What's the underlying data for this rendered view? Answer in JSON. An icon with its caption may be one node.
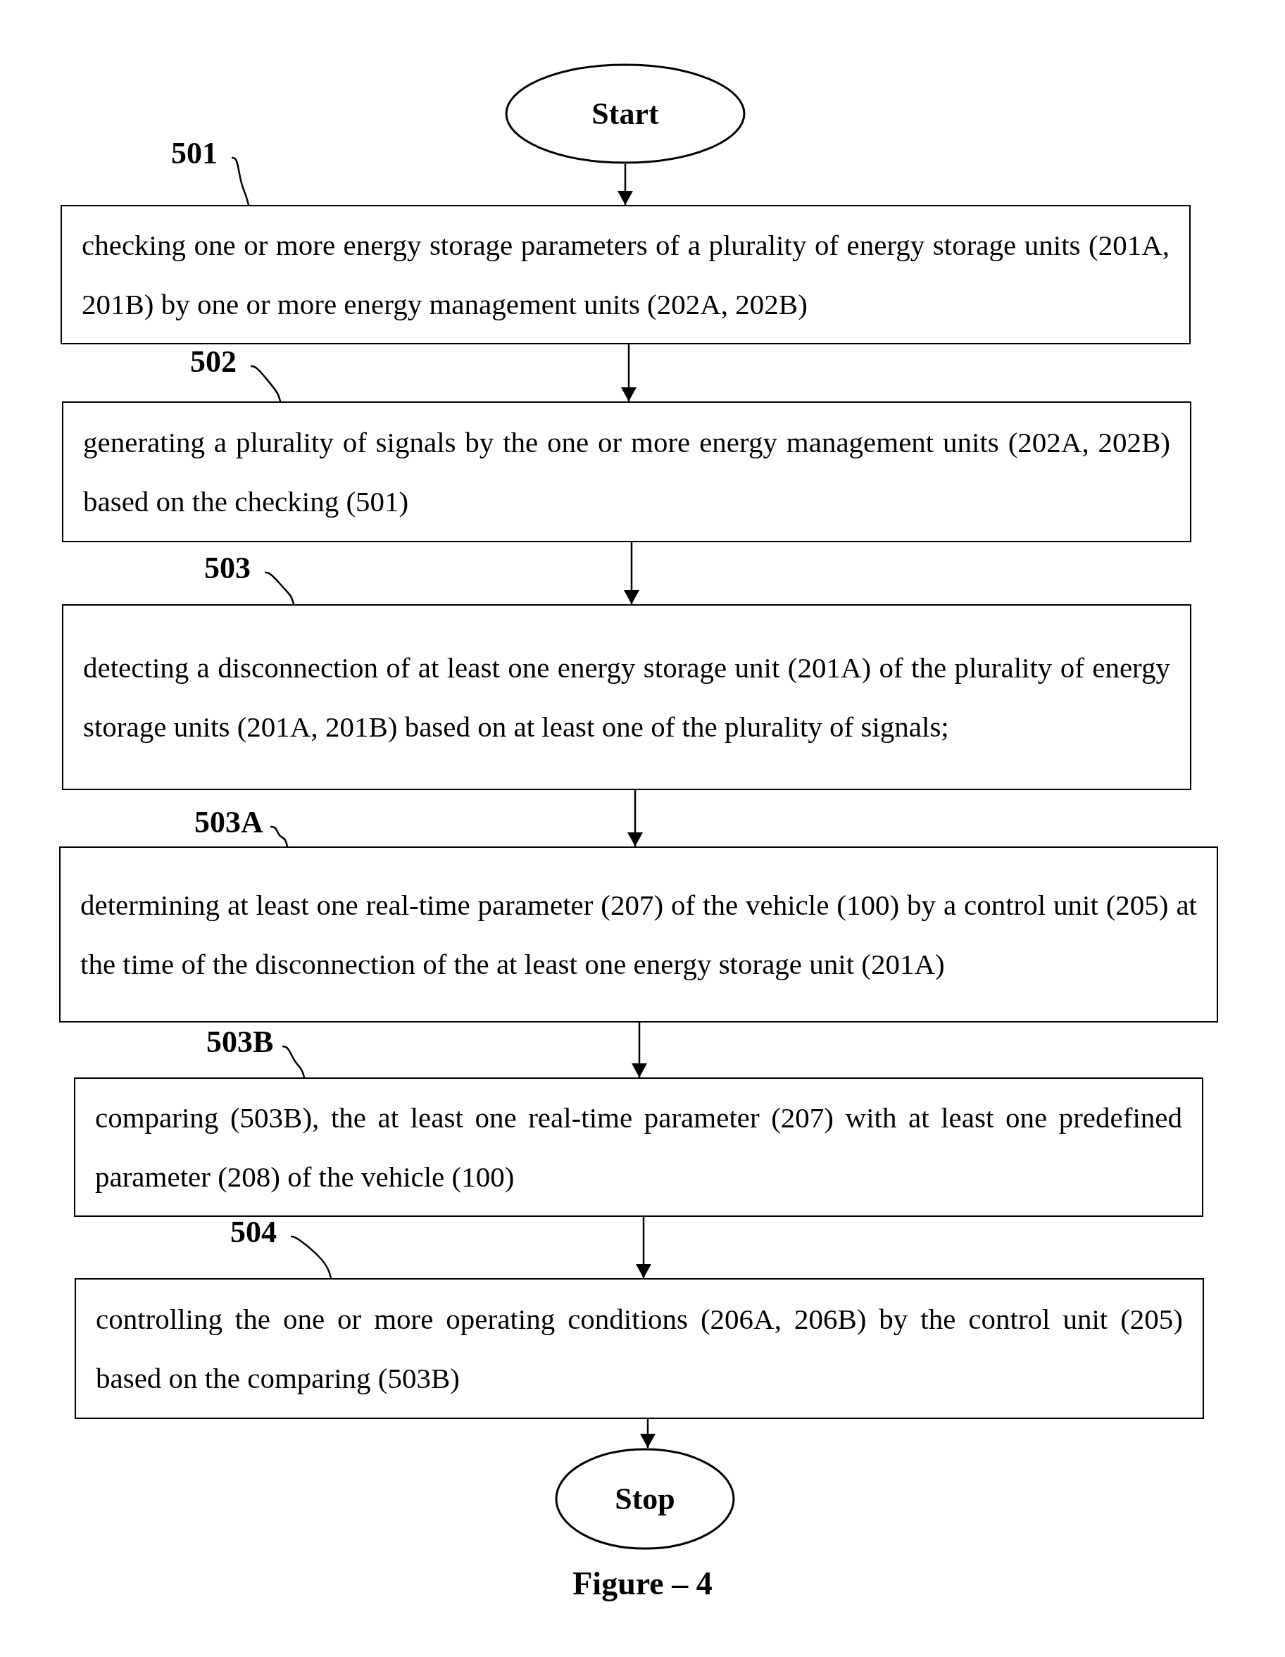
{
  "diagram": {
    "caption": "Figure – 4",
    "nodes": [
      {
        "text": [
          "Start"
        ]
      },
      {
        "text": [
          "501"
        ]
      },
      {
        "text": [
          "checking one or more energy storage parameters of a plurality of energy storage units (201A, 201B) by one or more energy management units (202A, 202B)"
        ]
      },
      {
        "text": [
          "502"
        ]
      },
      {
        "text": [
          "generating a plurality of signals by the one or more energy management units (202A, 202B) based on the checking (501)"
        ]
      },
      {
        "text": [
          "503"
        ]
      },
      {
        "text": [
          "detecting a disconnection of at least one energy storage unit (201A) of the plurality of energy storage units (201A, 201B) based on at least one of the plurality of signals;"
        ]
      },
      {
        "text": [
          "503A"
        ]
      },
      {
        "text": [
          "determining at least one real-time parameter (207) of the vehicle (100) by a control unit (205) at the time of the disconnection of the at least one energy storage unit (201A)"
        ]
      },
      {
        "text": [
          "503B"
        ]
      },
      {
        "text": [
          "comparing (503B), the at least one real-time parameter (207) with at least one predefined parameter (208) of the vehicle (100)"
        ]
      },
      {
        "text": [
          "504"
        ]
      },
      {
        "text": [
          "controlling the one or more operating conditions (206A, 206B) by the control unit (205) based on the comparing (503B)"
        ]
      },
      {
        "text": [
          "Stop"
        ]
      }
    ],
    "edges": [
      {
        "from": 0,
        "to": 2,
        "arrow": "to"
      },
      {
        "from": 1,
        "to": 2,
        "arrow": "none"
      },
      {
        "from": 2,
        "to": 4,
        "arrow": "to"
      },
      {
        "from": 3,
        "to": 4,
        "arrow": "none"
      },
      {
        "from": 4,
        "to": 6,
        "arrow": "to"
      },
      {
        "from": 5,
        "to": 6,
        "arrow": "none"
      },
      {
        "from": 6,
        "to": 8,
        "arrow": "to"
      },
      {
        "from": 7,
        "to": 8,
        "arrow": "none"
      },
      {
        "from": 8,
        "to": 10,
        "arrow": "to"
      },
      {
        "from": 9,
        "to": 10,
        "arrow": "none"
      },
      {
        "from": 10,
        "to": 12,
        "arrow": "to"
      },
      {
        "from": 11,
        "to": 12,
        "arrow": "none"
      },
      {
        "from": 12,
        "to": 13,
        "arrow": "to"
      }
    ]
  }
}
